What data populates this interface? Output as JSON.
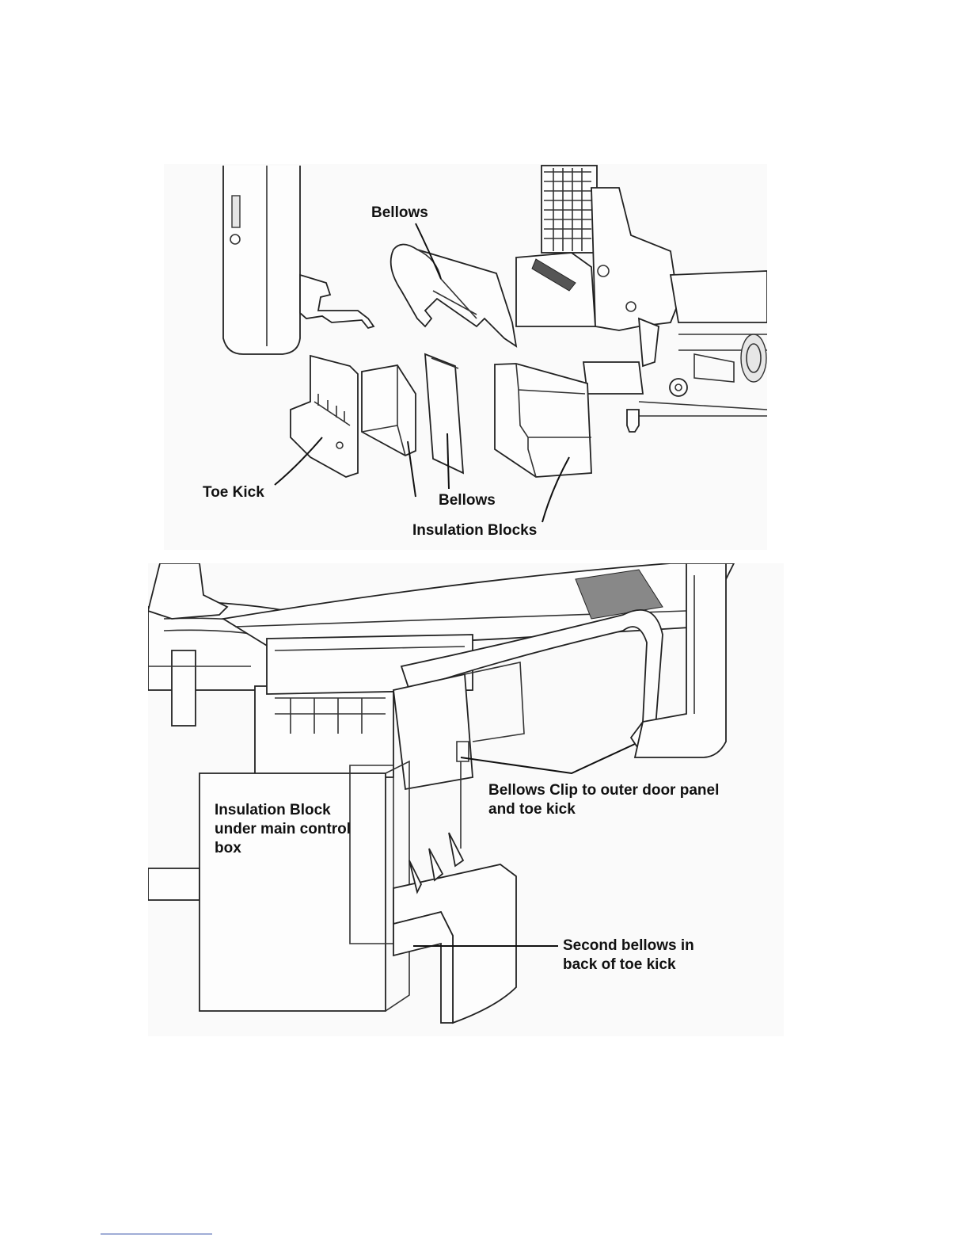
{
  "top_figure": {
    "labels": {
      "bellows_top": "Bellows",
      "toe_kick": "Toe Kick",
      "bellows_mid": "Bellows",
      "insulation_blocks": "Insulation Blocks"
    }
  },
  "bottom_figure": {
    "labels": {
      "insulation_block": "Insulation Block under main control box",
      "bellows_clip": "Bellows Clip to outer door panel and toe kick",
      "second_bellows": "Second bellows in back of toe kick"
    }
  }
}
